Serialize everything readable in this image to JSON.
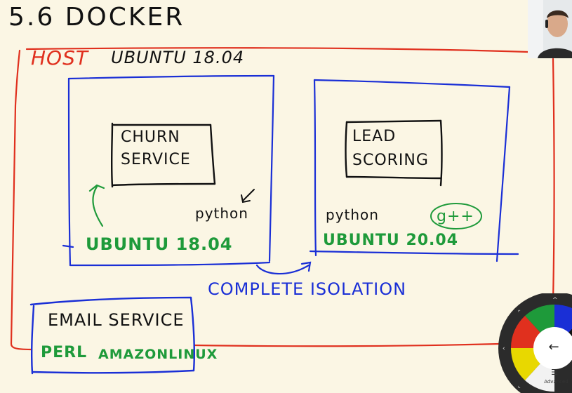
{
  "title": "5.6 DOCKER",
  "host": {
    "label": "HOST",
    "os": "UBUNTU 18.04",
    "border_color": "#e0301e"
  },
  "containers": [
    {
      "name_lines": [
        "CHURN",
        "SERVICE"
      ],
      "runtime": "python",
      "os": "UBUNTU 18.04",
      "border_color": "#1a2fd6"
    },
    {
      "name_lines": [
        "LEAD",
        "SCORING"
      ],
      "runtime": "python",
      "extra": "g++",
      "os": "UBUNTU 20.04",
      "border_color": "#1a2fd6"
    }
  ],
  "isolation_label": "COMPLETE ISOLATION",
  "email": {
    "title": "EMAIL SERVICE",
    "runtime": "PERL",
    "os": "AMAZONLINUX"
  },
  "annotation_colors": {
    "ink": "#111111",
    "green": "#1e9a3a",
    "blue": "#1a2fd6",
    "red": "#e0301e"
  },
  "tool_wheel": {
    "label": "Advanced",
    "colors": [
      "#1a2fd6",
      "#111111",
      "#e8d800",
      "#e0301e",
      "#1e9a3a"
    ],
    "center_icon": "arrow-left-icon",
    "settings_icon": "sliders-icon"
  }
}
